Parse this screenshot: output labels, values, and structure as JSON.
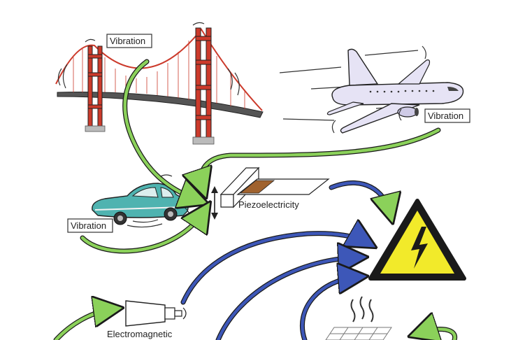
{
  "labels": {
    "vibration_bridge": "Vibration",
    "vibration_plane": "Vibration",
    "vibration_car": "Vibration",
    "piezo": "Piezoelectricity",
    "electromagnetic": "Electromagnetic"
  },
  "colors": {
    "green_arrow": "#8bd15a",
    "blue_arrow": "#3d57b8",
    "bridge_red": "#cc3a2b",
    "plane_fill": "#e6e3f5",
    "car_teal": "#4fb3b0",
    "warning_yellow": "#f2ea2a"
  },
  "icons": [
    "bridge-icon",
    "airplane-icon",
    "car-icon",
    "piezo-cantilever-icon",
    "high-voltage-warning-icon",
    "electromagnetic-generator-icon",
    "heat-waves-icon"
  ]
}
